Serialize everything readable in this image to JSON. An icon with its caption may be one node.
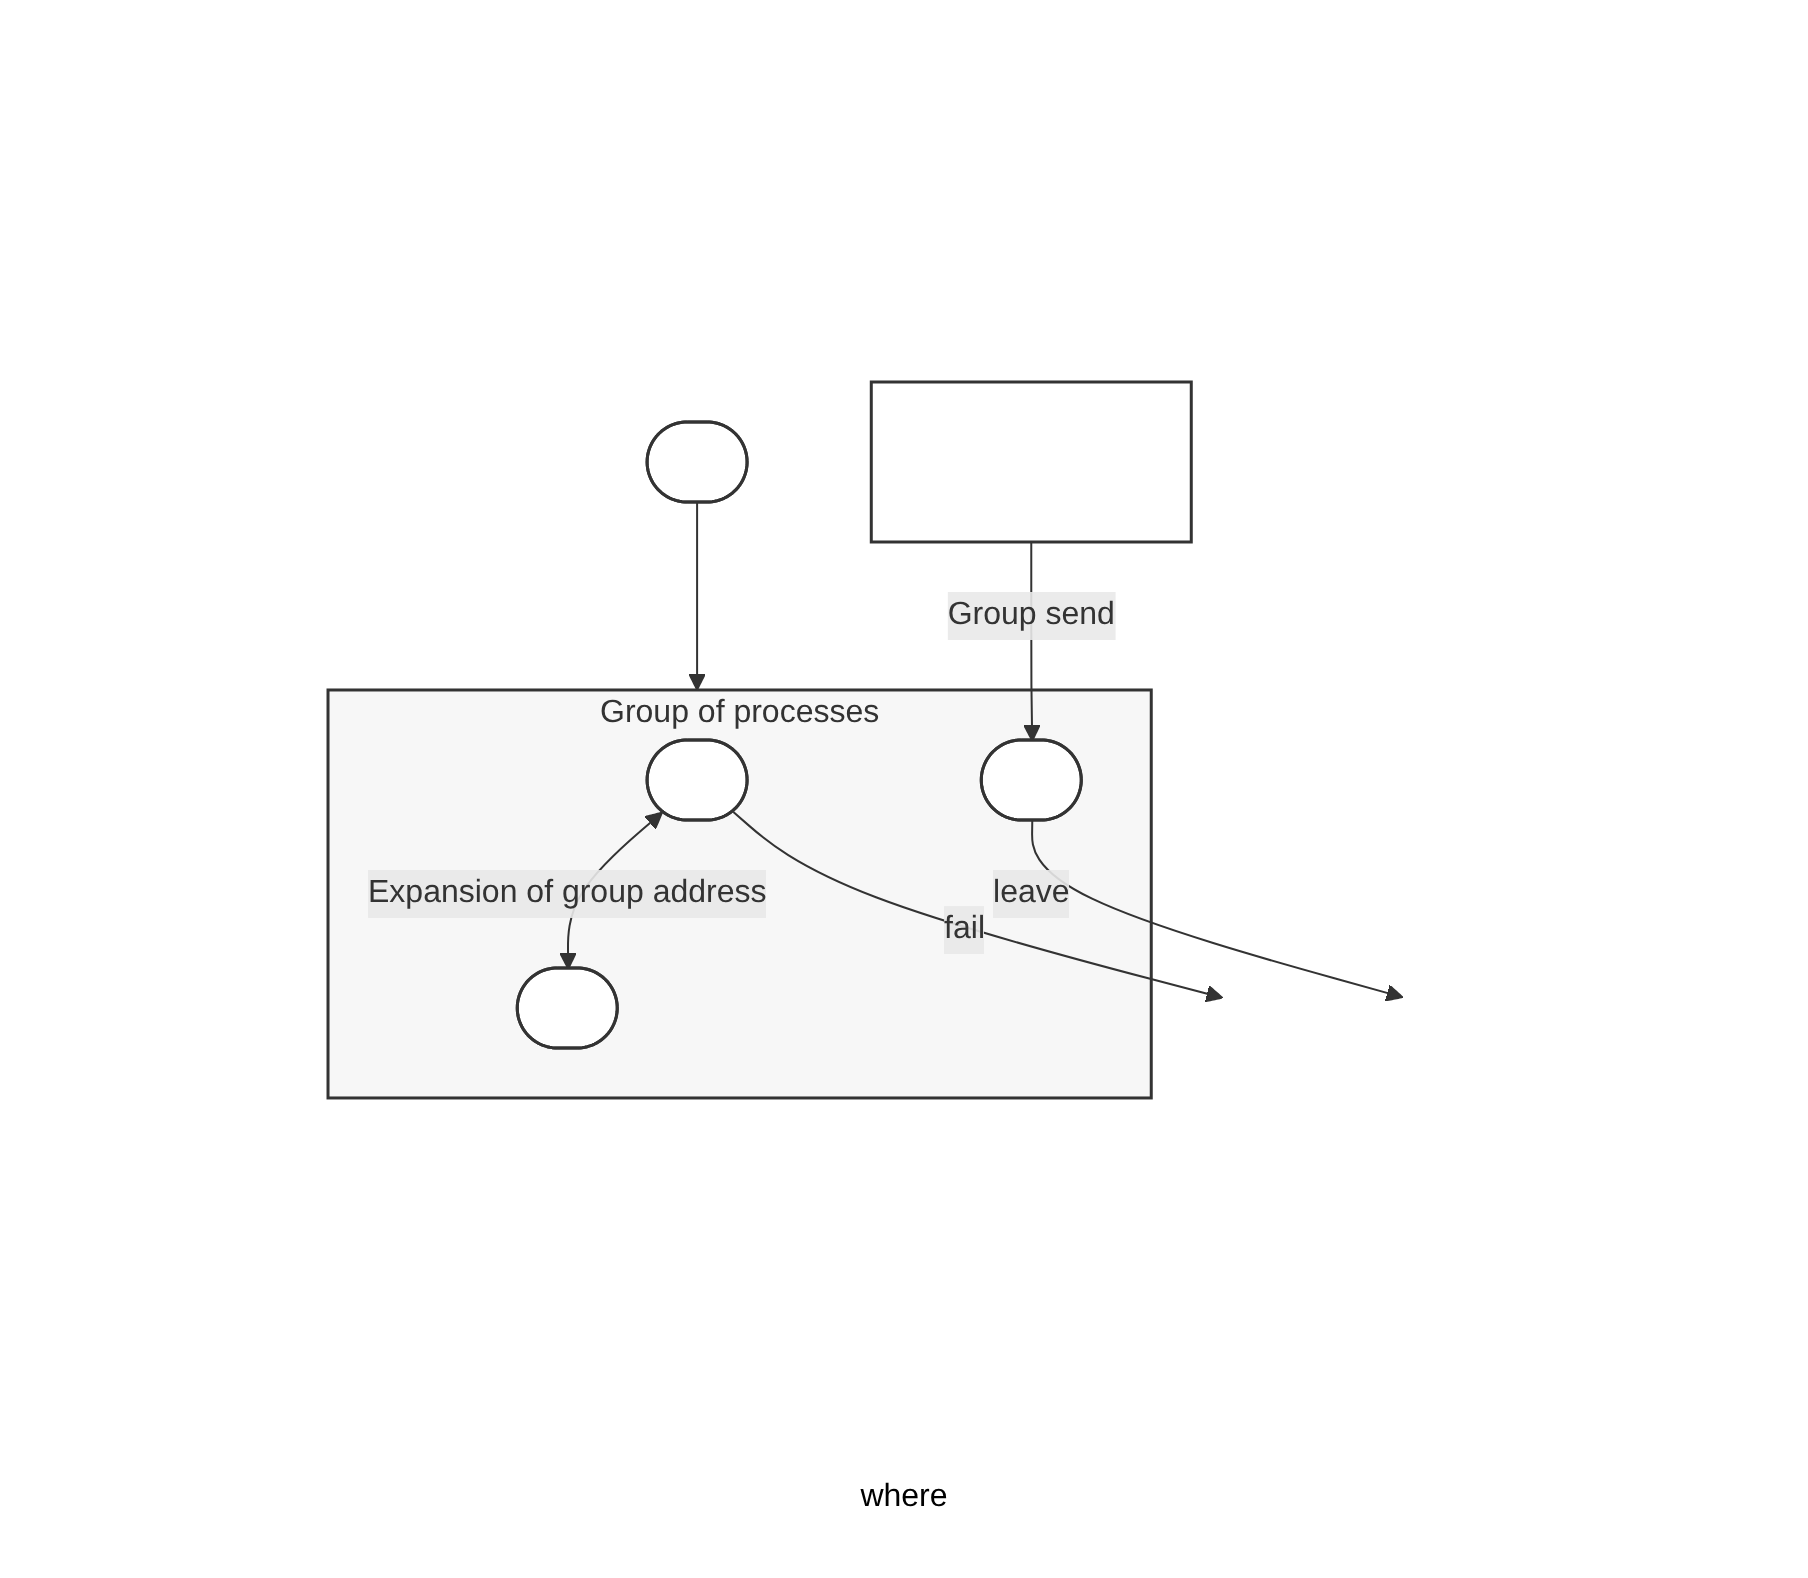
{
  "diagram": {
    "nodes": [
      {
        "text": [],
        "shape": "box"
      },
      {
        "text": [
          "Group of processes"
        ]
      },
      {
        "text": [],
        "shape": "pill",
        "in": 1
      },
      {
        "text": [],
        "shape": "pill",
        "in": 1
      },
      {
        "text": [],
        "shape": "pill",
        "in": 1
      },
      {
        "text": [],
        "shape": "pill"
      }
    ],
    "edges": [
      {
        "from": 0,
        "to": 3,
        "arrow": "to",
        "label": "Group send"
      },
      {
        "from": 2,
        "to": 4,
        "arrow": "both",
        "label": "Expansion of group address"
      },
      {
        "from": 2,
        "to": null,
        "arrow": "to",
        "label": "fail"
      },
      {
        "from": 3,
        "to": null,
        "arrow": "to",
        "label": "leave"
      },
      {
        "from": 5,
        "to": 1,
        "arrow": "to"
      }
    ],
    "labels": [
      "where"
    ]
  }
}
